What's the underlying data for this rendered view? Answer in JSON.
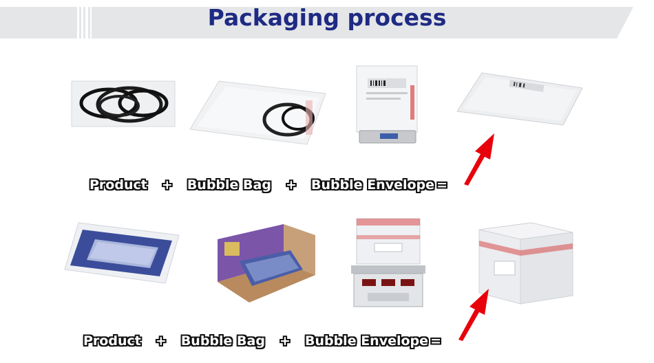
{
  "header": {
    "title": "Packaging process"
  },
  "rows": [
    {
      "terms": [
        "Product",
        "Bubble Bag",
        "Bubble Envelope"
      ],
      "plus": "+",
      "equals": "="
    },
    {
      "terms": [
        "Product",
        "Bubble Bag",
        "Bubble Envelope"
      ],
      "plus": "+",
      "equals": "="
    }
  ],
  "colors": {
    "title": "#1e2a83",
    "banner": "#e4e6e8",
    "arrow": "#e8000b"
  },
  "icons": [
    "arrow-up-right-icon"
  ]
}
